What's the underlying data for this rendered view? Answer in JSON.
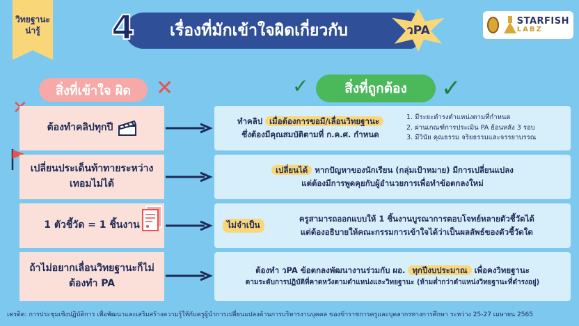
{
  "ribbon": {
    "line1": "วิทยฐานะ",
    "line2": "น่ารู้"
  },
  "title": {
    "number": "4",
    "text": "เรื่องที่มักเข้าใจผิดเกี่ยวกับ",
    "tag": "วPA"
  },
  "logo": {
    "line1": "STARFISH",
    "line2": "LABZ"
  },
  "headers": {
    "wrong": "สิ่งที่เข้าใจ ผิด",
    "right": "สิ่งที่ถูกต้อง"
  },
  "rows": [
    {
      "wrong": "ต้องทำคลิปทุกปี",
      "right_pre": "ทำคลิป",
      "right_highlight": "เมื่อต้องการขอมี/เลื่อนวิทยฐานะ",
      "right_post": "ซึ่งต้องมีคุณสมบัติตามที่ ก.ค.ศ. กำหนด",
      "list": [
        "1. มีระยะดำรงตำแหน่งตามที่กำหนด",
        "2. ผ่านเกณฑ์การประเมิน PA ย้อนหลัง 3 รอบ",
        "3. มีวินัย คุณธรรม จริยธรรมและจรรยาบรรณ"
      ]
    },
    {
      "wrong": "เปลี่ยนประเด็นท้าทายระหว่างเทอมไม่ได้",
      "right_highlight": "เปลี่ยนได้",
      "right_post": "หากปัญหาของนักเรียน (กลุ่มเป้าหมาย) มีการเปลี่ยนแปลง",
      "right_line2": "แต่ต้องมีการพูดคุยกับผู้อำนวยการเพื่อทำข้อตกลงใหม่"
    },
    {
      "wrong": "1 ตัวชี้วัด = 1 ชิ้นงาน",
      "right_highlight": "ไม่จำเป็น",
      "right_line1": "ครูสามารถออกแบบให้ 1 ชิ้นงานบูรณาการตอบโจทย์หลายตัวชี้วัดได้",
      "right_line2": "แต่ต้องอธิบายให้คณะกรรมการเข้าใจได้ว่าเป็นผลลัพธ์ของตัวชี้วัดใด"
    },
    {
      "wrong": "ถ้าไม่อยากเลื่อนวิทยฐานะก็ไม่ต้องทำ PA",
      "right_pre": "ต้องทำ วPA ข้อตกลงพัฒนางานร่วมกับ ผอ.",
      "right_highlight": "ทุกปีงบประมาณ",
      "right_post": "เพื่อคงวิทยฐานะ",
      "right_line2": "ตามระดับการปฏิบัติที่คาดหวังตามตำแหน่งและวิทยฐานะ (ห้ามต่ำกว่าตำแหน่งวิทยฐานะที่ดำรงอยู่)"
    }
  ],
  "footer": "เครดิต: การประชุมเชิงปฏิบัติการ เพื่อพัฒนาและเสริมสร้างความรู้ให้กับครูผู้นำการเปลี่ยนแปลงด้านการบริหารงานบุคคล ของข้าราชการครูและบุคลากรทางการศึกษา ระหว่าง 25-27 เมษายน 2565",
  "colors": {
    "background": "#7cc8ef",
    "title_bar": "#2f4f98",
    "highlight": "#f9d778",
    "wrong_box": "#fbe0da",
    "right_box": "#d7eefb",
    "wrong_header": "#f6a9a6",
    "right_header": "#4bb85a"
  }
}
